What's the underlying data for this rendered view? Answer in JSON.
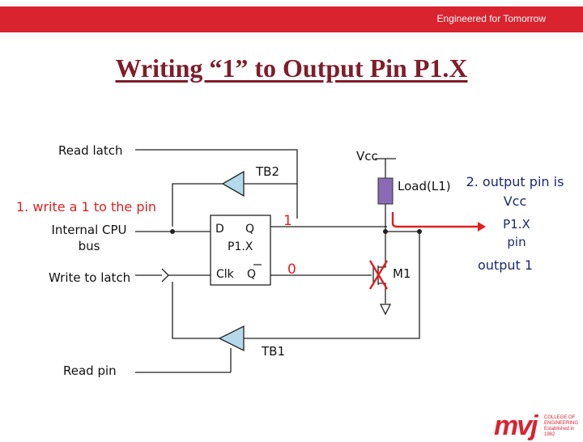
{
  "header": {
    "tagline": "Engineered for Tomorrow"
  },
  "title": "Writing “1” to Output Pin P1.X",
  "labels": {
    "read_latch": "Read latch",
    "write_one": "1. write a 1 to the pin",
    "internal_cpu_bus_1": "Internal CPU",
    "internal_cpu_bus_2": "bus",
    "write_to_latch": "Write to latch",
    "read_pin": "Read pin",
    "tb2": "TB2",
    "tb1": "TB1",
    "vcc": "Vcc",
    "load": "Load(L1)",
    "latch_d": "D",
    "latch_q": "Q",
    "latch_name": "P1.X",
    "latch_clk": "Clk",
    "latch_qbar": "Q",
    "q_value": "1",
    "qbar_value": "0",
    "m1": "M1",
    "output_is_vcc_1": "2. output pin is",
    "output_is_vcc_2": "Vcc",
    "pin_1": "P1.X",
    "pin_2": "pin",
    "output_one": "output 1"
  },
  "logo": {
    "text": "mvj",
    "sub_1": "COLLEGE OF",
    "sub_2": "ENGINEERING",
    "sub_3": "Established in 1982"
  },
  "colors": {
    "banner": "#d9232f",
    "title": "#7f1d2a",
    "highlight": "#e21f1f",
    "buffer_fill": "#b3d9ea",
    "load_fill": "#8a6ab6"
  }
}
